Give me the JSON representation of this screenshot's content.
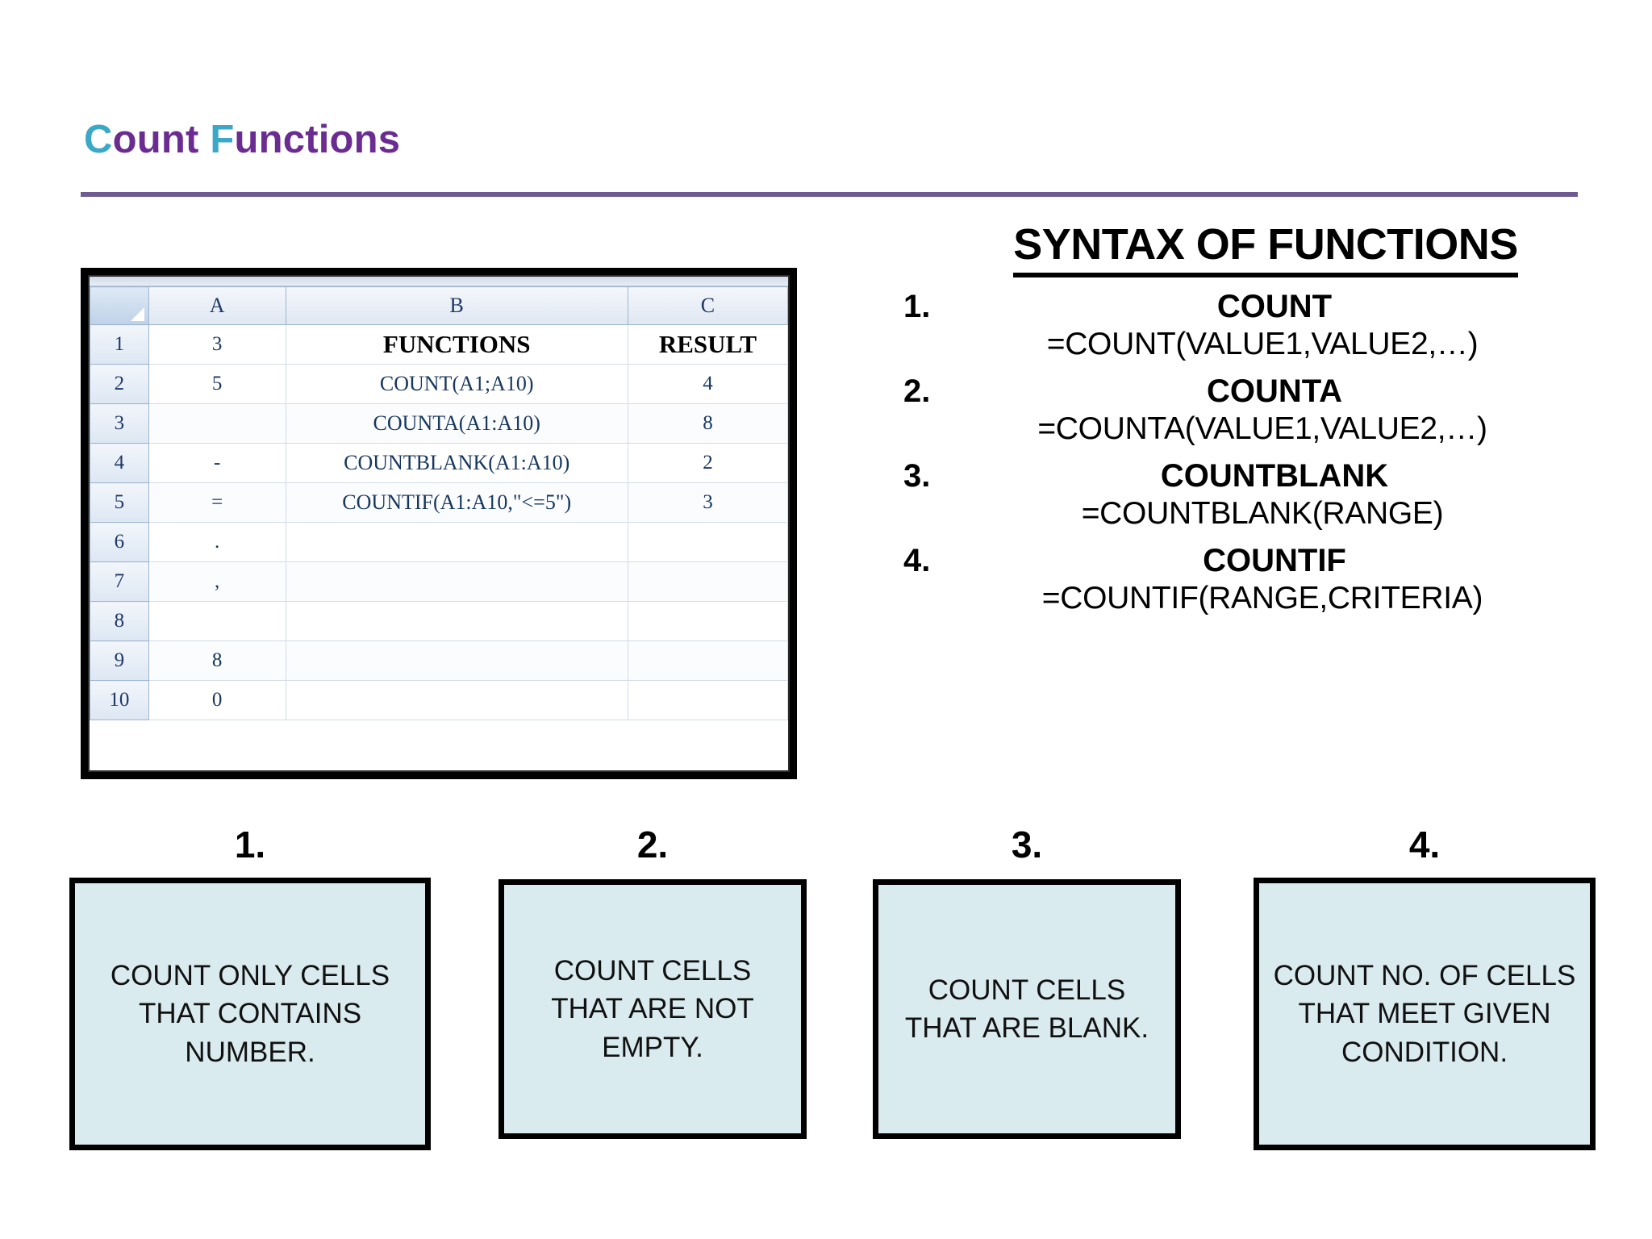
{
  "title": {
    "accent_1": "C",
    "word_1": "ount",
    "accent_2": "F",
    "word_2": "unctions",
    "accent_color": "#3BA8C8",
    "main_color": "#6B2C91",
    "rule_color": "#6E5B8F"
  },
  "spreadsheet": {
    "column_headers": [
      "",
      "A",
      "B",
      "C"
    ],
    "rows": [
      {
        "num": "1",
        "a": "3",
        "b": "FUNCTIONS",
        "c": "RESULT"
      },
      {
        "num": "2",
        "a": "5",
        "b": "COUNT(A1;A10)",
        "c": "4"
      },
      {
        "num": "3",
        "a": "",
        "b": "COUNTA(A1:A10)",
        "c": "8"
      },
      {
        "num": "4",
        "a": "-",
        "b": "COUNTBLANK(A1:A10)",
        "c": "2"
      },
      {
        "num": "5",
        "a": "=",
        "b": "COUNTIF(A1:A10,\"<=5\")",
        "c": "3"
      },
      {
        "num": "6",
        "a": ".",
        "b": "",
        "c": ""
      },
      {
        "num": "7",
        "a": ",",
        "b": "",
        "c": ""
      },
      {
        "num": "8",
        "a": "",
        "b": "",
        "c": ""
      },
      {
        "num": "9",
        "a": "8",
        "b": "",
        "c": ""
      },
      {
        "num": "10",
        "a": "0",
        "b": "",
        "c": ""
      }
    ]
  },
  "syntax": {
    "heading": "SYNTAX OF FUNCTIONS",
    "items": [
      {
        "num": "1.",
        "name": "COUNT",
        "formula": "=COUNT(VALUE1,VALUE2,…)"
      },
      {
        "num": "2.",
        "name": "COUNTA",
        "formula": "=COUNTA(VALUE1,VALUE2,…)"
      },
      {
        "num": "3.",
        "name": "COUNTBLANK",
        "formula": "=COUNTBLANK(RANGE)"
      },
      {
        "num": "4.",
        "name": "COUNTIF",
        "formula": "=COUNTIF(RANGE,CRITERIA)"
      }
    ]
  },
  "descriptions": {
    "box_fill": "#DAEBF0",
    "items": [
      {
        "num": "1.",
        "text": "COUNT  ONLY CELLS THAT CONTAINS NUMBER."
      },
      {
        "num": "2.",
        "text": "COUNT CELLS THAT ARE NOT EMPTY."
      },
      {
        "num": "3.",
        "text": "COUNT CELLS THAT ARE BLANK."
      },
      {
        "num": "4.",
        "text": "COUNT NO. OF CELLS THAT MEET GIVEN CONDITION."
      }
    ]
  }
}
